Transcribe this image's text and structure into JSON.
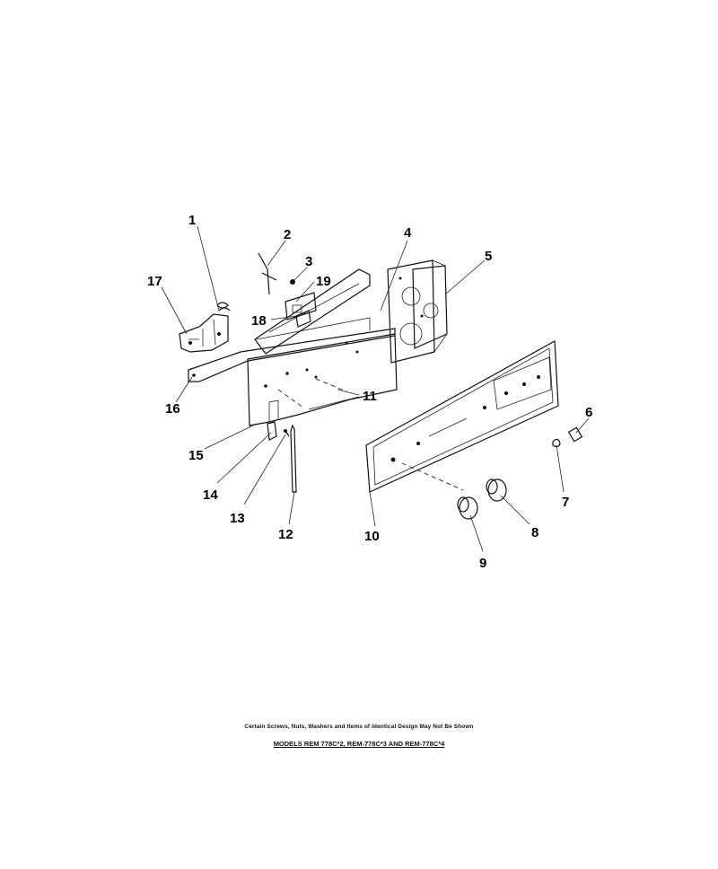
{
  "callouts": [
    {
      "id": "1",
      "label": "1"
    },
    {
      "id": "2",
      "label": "2"
    },
    {
      "id": "3",
      "label": "3"
    },
    {
      "id": "4",
      "label": "4"
    },
    {
      "id": "5",
      "label": "5"
    },
    {
      "id": "6",
      "label": "6"
    },
    {
      "id": "7",
      "label": "7"
    },
    {
      "id": "8",
      "label": "8"
    },
    {
      "id": "9",
      "label": "9"
    },
    {
      "id": "10",
      "label": "10"
    },
    {
      "id": "11",
      "label": "11"
    },
    {
      "id": "12",
      "label": "12"
    },
    {
      "id": "13",
      "label": "13"
    },
    {
      "id": "14",
      "label": "14"
    },
    {
      "id": "15",
      "label": "15"
    },
    {
      "id": "16",
      "label": "16"
    },
    {
      "id": "17",
      "label": "17"
    },
    {
      "id": "18",
      "label": "18"
    },
    {
      "id": "19",
      "label": "19"
    }
  ],
  "caption": {
    "note": "Certain Screws, Nuts, Washers and Items of Identical Design May Not Be Shown",
    "models": "MODELS REM 778C*2, REM-778C*3 AND REM-778C*4"
  }
}
